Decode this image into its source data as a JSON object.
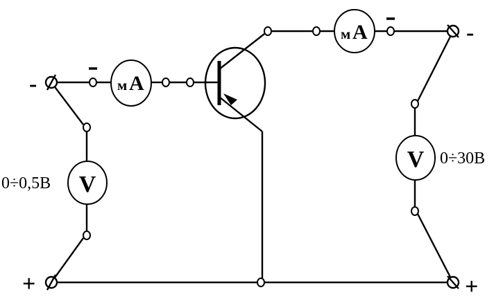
{
  "meters": {
    "ma_input": {
      "prefix": "м",
      "unit": "A"
    },
    "ma_output": {
      "prefix": "м",
      "unit": "A"
    },
    "v_input": {
      "symbol": "V",
      "range": "0÷0,5В"
    },
    "v_output": {
      "symbol": "V",
      "range": "0÷30В"
    }
  },
  "polarity": {
    "minus": "-",
    "plus": "+"
  },
  "colors": {
    "ink": "#000000",
    "background": "#ffffff"
  }
}
